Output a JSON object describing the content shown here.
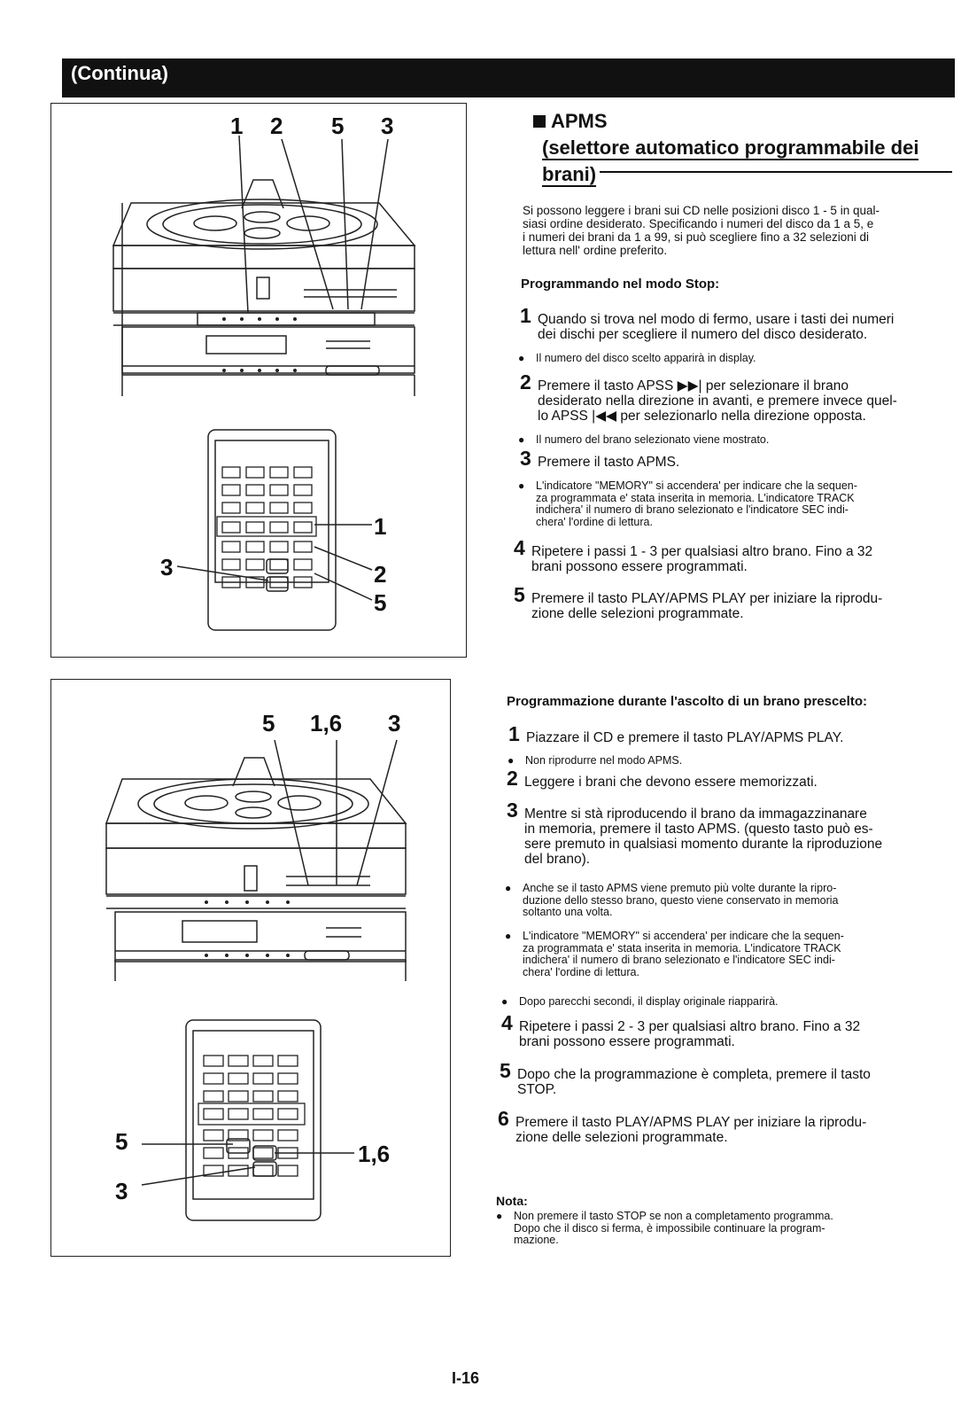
{
  "header": {
    "label": "(Continua)"
  },
  "figure_top": {
    "labels": [
      "1",
      "2",
      "5",
      "3"
    ],
    "remote_labels": {
      "left": "3",
      "right_top": "1",
      "right_mid": "2",
      "right_bottom": "5"
    }
  },
  "figure_bottom": {
    "labels": [
      "5",
      "1,6",
      "3"
    ],
    "remote_labels": {
      "left_top": "5",
      "left_bottom": "3",
      "right": "1,6"
    }
  },
  "section": {
    "title": "APMS",
    "subtitle_line1": "(selettore automatico programmabile dei",
    "subtitle_line2": "brani)",
    "intro": [
      "Si possono leggere i brani sui CD nelle posizioni disco 1 - 5 in qual-",
      "siasi ordine desiderato. Specificando i numeri del disco da 1 a 5, e",
      "i numeri dei brani da 1 a 99, si può scegliere fino a 32 selezioni di",
      "lettura nell' ordine preferito."
    ],
    "stop_heading": "Programmando nel modo Stop:",
    "stop_steps": [
      {
        "num": "1",
        "lines": [
          "Quando si trova nel modo di fermo, usare i tasti dei numeri",
          "dei dischi per scegliere il numero del disco desiderato."
        ]
      },
      {
        "num": "2",
        "lines": [
          "Premere il tasto APSS ▶▶| per selezionare il brano",
          "desiderato nella direzione in avanti, e premere invece quel-",
          "lo APSS |◀◀ per selezionarlo nella direzione opposta."
        ]
      },
      {
        "num": "3",
        "lines": [
          "Premere il tasto APMS."
        ]
      },
      {
        "num": "4",
        "lines": [
          "Ripetere i passi 1 - 3 per qualsiasi altro brano. Fino a 32",
          "brani possono essere programmati."
        ]
      },
      {
        "num": "5",
        "lines": [
          "Premere il tasto PLAY/APMS PLAY per iniziare la riprodu-",
          "zione delle selezioni programmate."
        ]
      }
    ],
    "stop_bullets": [
      [
        "Il numero del disco scelto apparirà in display."
      ],
      [
        "Il numero del brano selezionato viene mostrato."
      ],
      [
        "L'indicatore \"MEMORY\" si accendera' per indicare che la sequen-",
        "za programmata e' stata inserita in memoria. L'indicatore TRACK",
        "indichera' il numero di brano selezionato e l'indicatore SEC indi-",
        "chera' l'ordine di lettura."
      ]
    ],
    "play_heading": "Programmazione durante l'ascolto di un brano prescelto:",
    "play_steps": [
      {
        "num": "1",
        "lines": [
          "Piazzare il CD e premere il tasto PLAY/APMS PLAY."
        ]
      },
      {
        "num": "2",
        "lines": [
          "Leggere i brani che devono essere memorizzati."
        ]
      },
      {
        "num": "3",
        "lines": [
          "Mentre si stà riproducendo il brano da immagazzinanare",
          "in memoria, premere il tasto APMS. (questo tasto può es-",
          "sere premuto in qualsiasi momento durante la riproduzione",
          "del brano)."
        ]
      },
      {
        "num": "4",
        "lines": [
          "Ripetere i passi 2 - 3 per qualsiasi altro brano. Fino a 32",
          "brani possono essere programmati."
        ]
      },
      {
        "num": "5",
        "lines": [
          "Dopo che la programmazione è completa, premere il tasto",
          "STOP."
        ]
      },
      {
        "num": "6",
        "lines": [
          "Premere il tasto PLAY/APMS PLAY per iniziare la riprodu-",
          "zione delle selezioni programmate."
        ]
      }
    ],
    "play_bullets": [
      [
        "Non riprodurre nel modo APMS."
      ],
      [
        "Anche se il tasto APMS viene premuto più volte durante la ripro-",
        "duzione dello stesso brano, questo viene conservato in memoria",
        "soltanto una volta."
      ],
      [
        "L'indicatore \"MEMORY\" si accendera' per indicare che la sequen-",
        "za programmata e' stata inserita in memoria. L'indicatore TRACK",
        "indichera' il numero di brano selezionato e l'indicatore SEC indi-",
        "chera' l'ordine di lettura."
      ],
      [
        "Dopo parecchi secondi, il display originale riapparirà."
      ]
    ],
    "note_heading": "Nota:",
    "note_lines": [
      "Non premere il tasto STOP se non a completamento programma.",
      "Dopo che il disco si ferma, è impossibile continuare la program-",
      "mazione."
    ]
  },
  "page_number": "I-16"
}
